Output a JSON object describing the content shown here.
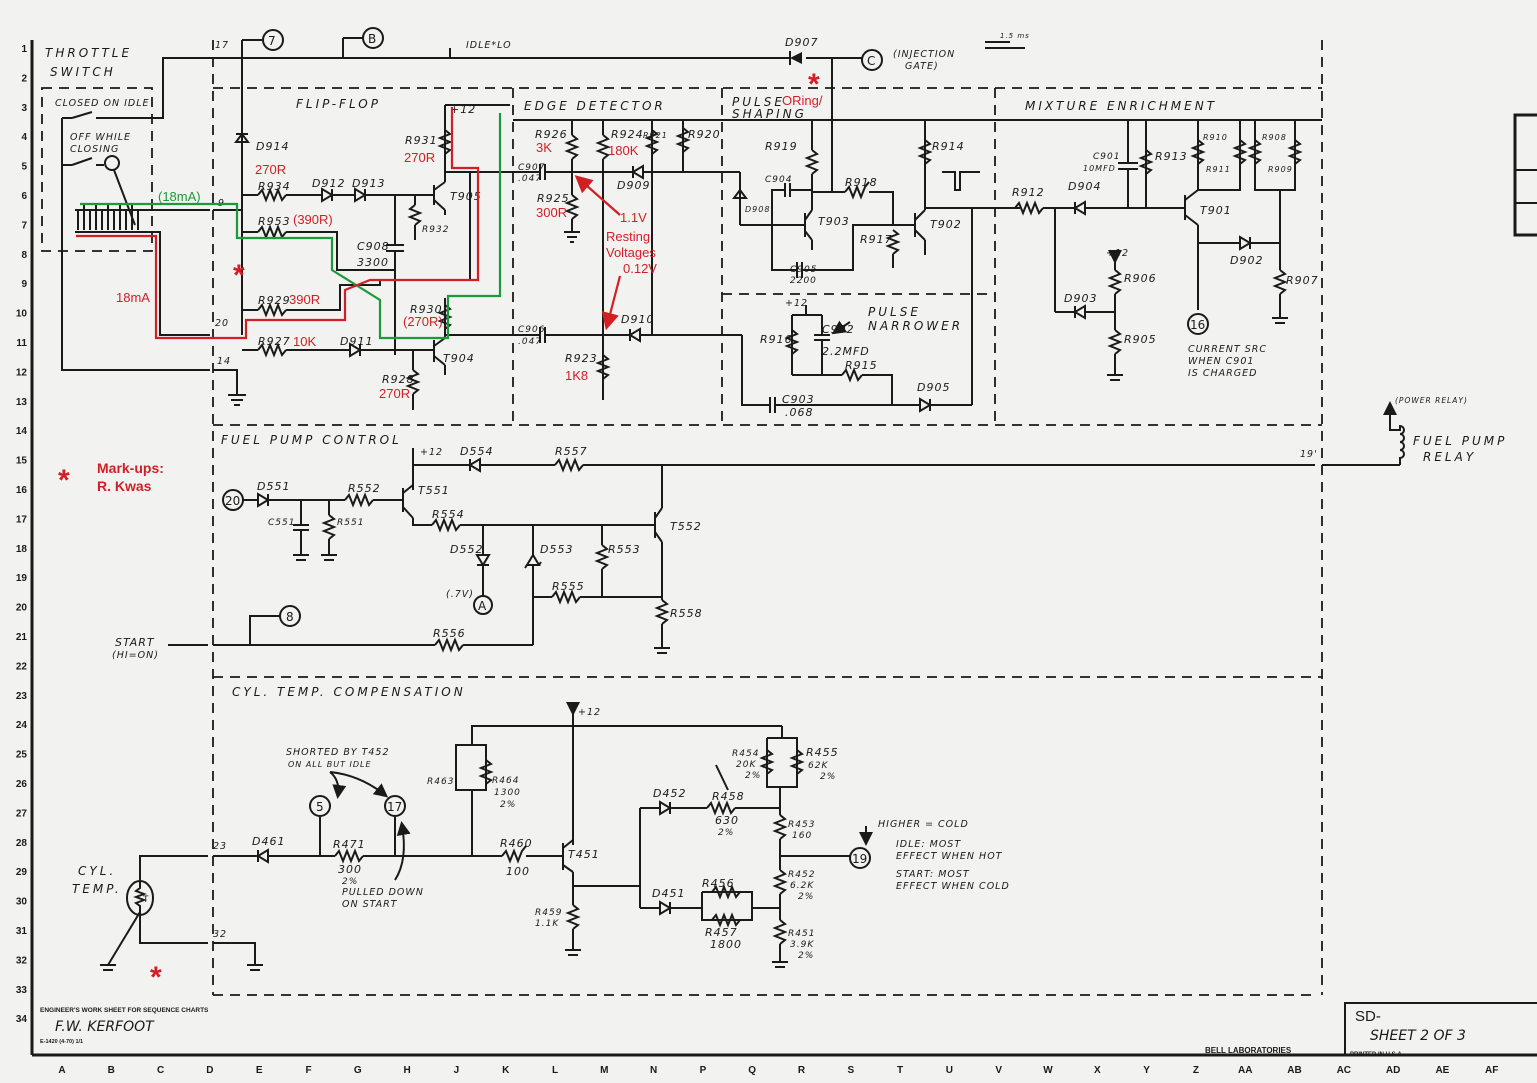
{
  "sheet": {
    "footer_title": "ENGINEER'S WORK SHEET FOR SEQUENCE CHARTS",
    "engineer": "F.W. KERFOOT",
    "form_no": "E-1420 (4-70) 1/1",
    "company": "BELL LABORATORIES",
    "doc_prefix": "SD-",
    "sheet_label": "SHEET 2 OF 3",
    "printed": "PRINTED IN U.S.A."
  },
  "grid": {
    "rows": [
      "1",
      "2",
      "3",
      "4",
      "5",
      "6",
      "7",
      "8",
      "9",
      "10",
      "11",
      "12",
      "13",
      "14",
      "15",
      "16",
      "17",
      "18",
      "19",
      "20",
      "21",
      "22",
      "23",
      "24",
      "25",
      "26",
      "27",
      "28",
      "29",
      "30",
      "31",
      "32",
      "33",
      "34"
    ],
    "columns": [
      "A",
      "B",
      "C",
      "D",
      "E",
      "F",
      "G",
      "H",
      "J",
      "K",
      "L",
      "M",
      "N",
      "P",
      "Q",
      "R",
      "S",
      "T",
      "U",
      "V",
      "W",
      "X",
      "Y",
      "Z",
      "AA",
      "AB",
      "AC",
      "AD",
      "AE",
      "AF"
    ]
  },
  "markup_legend": {
    "star": "*",
    "line1": "Mark-ups:",
    "line2": "R. Kwas"
  },
  "sections": {
    "throttle": {
      "title_l1": "THROTTLE",
      "title_l2": "SWITCH",
      "closed_on_idle": "CLOSED ON IDLE",
      "off_while_l1": "OFF WHILE",
      "off_while_l2": "CLOSING"
    },
    "flipflop": {
      "title": "FLIP-FLOP"
    },
    "edge": {
      "title": "EDGE DETECTOR"
    },
    "pulse_oring": {
      "title_l1": "PULSE",
      "title_l2": "SHAPING",
      "markup": "ORing/"
    },
    "mixture": {
      "title": "MIXTURE ENRICHMENT"
    },
    "pulse_narrower": {
      "title_l1": "PULSE",
      "title_l2": "NARROWER"
    },
    "fuel_pump": {
      "title": "FUEL PUMP CONTROL"
    },
    "cyl_temp": {
      "title": "CYL. TEMP. COMPENSATION"
    }
  },
  "top_bus": {
    "idle_label": "IDLE*LO",
    "injection_l1": "(INJECTION",
    "injection_l2": "GATE)",
    "pulse_width": "1.5 ms",
    "terminals": {
      "t17": "17",
      "t9": "9",
      "t20": "20",
      "t14": "14",
      "t19": "19'",
      "t23": "23",
      "t32": "32"
    }
  },
  "nodes": {
    "n7": "7",
    "nB": "B",
    "nC": "C",
    "n16": "16",
    "n20": "20",
    "nA": "A",
    "n8": "8",
    "n5": "5",
    "n17": "17",
    "n19": "19"
  },
  "components": {
    "flipflop": {
      "D914": "D914",
      "R934": "R934",
      "D912": "D912",
      "D913": "D913",
      "R931": "R931",
      "T905": "T905",
      "R932": "R932",
      "R953": "R953",
      "C908": "C908",
      "C908_val": "3300",
      "R929": "R929",
      "R930": "R930",
      "R927": "R927",
      "D911": "D911",
      "T904": "T904",
      "R928": "R928",
      "plus12": "+12"
    },
    "edge": {
      "R926": "R926",
      "R924": "R924",
      "R921": "R921",
      "R920": "R920",
      "C907": "C907",
      "C907_val": ".047",
      "D909": "D909",
      "R925": "R925",
      "C906": "C906",
      "C906_val": ".047",
      "D910": "D910",
      "R923": "R923"
    },
    "pulse": {
      "R919": "R919",
      "C904": "C904",
      "D908": "D908",
      "T903": "T903",
      "R918": "R918",
      "R917": "R917",
      "C905": "C905",
      "C905_val": "2200",
      "R914": "R914",
      "T902": "T902",
      "D907": "D907"
    },
    "narrower": {
      "plus12": "+12",
      "R916": "R916",
      "C902": "C902",
      "C902_val": "2.2MFD",
      "R915": "R915",
      "C903": "C903",
      "C903_val": ".068",
      "D905": "D905"
    },
    "mixture": {
      "R912": "R912",
      "D904": "D904",
      "C901": "C901",
      "C901_val": "10MFD",
      "R913": "R913",
      "R910": "R910",
      "R911": "R911",
      "R908": "R908",
      "R909": "R909",
      "T901": "T901",
      "D902": "D902",
      "R907": "R907",
      "plus12": "+12",
      "R906": "R906",
      "D903": "D903",
      "R905": "R905",
      "current_src_l1": "CURRENT SRC",
      "current_src_l2": "WHEN C901",
      "current_src_l3": "IS CHARGED"
    },
    "fuel_pump": {
      "plus12": "+12",
      "D554": "D554",
      "R557": "R557",
      "D551": "D551",
      "R552": "R552",
      "T551": "T551",
      "C551": "C551",
      "R551": "R551",
      "R554": "R554",
      "D552": "D552",
      "D553": "D553",
      "R553": "R553",
      "T552": "T552",
      "R555": "R555",
      "R558": "R558",
      "R556": "R556",
      "volt_A": "(.7V)",
      "start_l1": "START",
      "start_l2": "(HI=ON)",
      "relay_power": "(POWER RELAY)",
      "relay_l1": "FUEL PUMP",
      "relay_l2": "RELAY"
    },
    "cyl_temp": {
      "cyl_l1": "CYL.",
      "cyl_l2": "TEMP.",
      "thermistor": "T",
      "D461": "D461",
      "R471": "R471",
      "R471_val": "300",
      "R471_tol": "2%",
      "shorted_l1": "SHORTED BY T452",
      "shorted_l2": "ON ALL BUT IDLE",
      "pulled_l1": "PULLED DOWN",
      "pulled_l2": "ON START",
      "R463": "R463",
      "R464": "R464",
      "R464_val": "1300",
      "R464_tol": "2%",
      "R460": "R460",
      "R460_val": "100",
      "plus12": "+12",
      "T451": "T451",
      "R459": "R459",
      "R459_val": "1.1K",
      "D452": "D452",
      "R458": "R458",
      "R458_val": "630",
      "R458_tol": "2%",
      "R454": "R454",
      "R454_val": "20K",
      "R454_tol": "2%",
      "R455": "R455",
      "R455_val": "62K",
      "R455_tol": "2%",
      "R453": "R453",
      "R453_val": "160",
      "R452": "R452",
      "R452_val": "6.2K",
      "R452_tol": "2%",
      "D451": "D451",
      "R456": "R456",
      "R457": "R457",
      "R457_val": "1800",
      "R451": "R451",
      "R451_val": "3.9K",
      "R451_tol": "2%",
      "higher": "HIGHER = COLD",
      "idle_l1": "IDLE: MOST",
      "idle_l2": "EFFECT WHEN HOT",
      "start_l1": "START: MOST",
      "start_l2": "EFFECT WHEN COLD"
    }
  },
  "markups": {
    "colors": {
      "red": "#d21f26",
      "green": "#1c9a3a"
    },
    "green_current": "(18mA)",
    "red_current": "18mA",
    "R934_val": "270R",
    "R953_val": "(390R)",
    "R931_val": "270R",
    "R929_val": "390R",
    "R927_val": "10K",
    "R930_val": "(270R)",
    "R928_val": "270R",
    "R926_val": "3K",
    "R924_val": "180K",
    "R925_val": "300R",
    "R923_val": "1K8",
    "v_high": "1.1V",
    "resting_l1": "Resting",
    "resting_l2": "Voltages",
    "v_low": "0.12V"
  }
}
